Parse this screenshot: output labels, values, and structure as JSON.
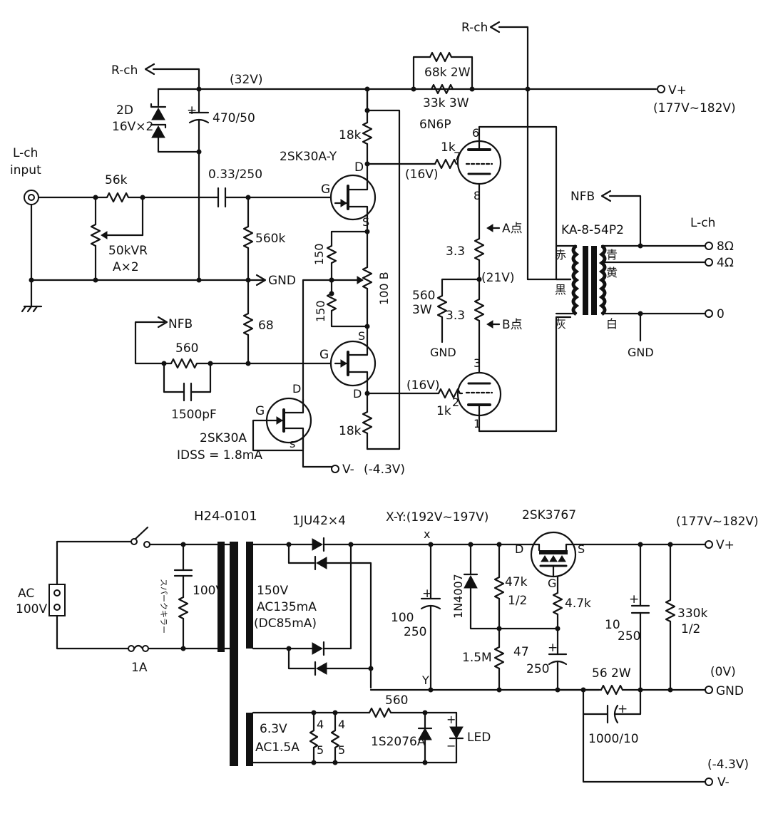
{
  "amp": {
    "lch_input": [
      "L-ch",
      "input"
    ],
    "rch_label": "R-ch",
    "supply_32v": "(32V)",
    "zener": [
      "2D",
      "16V×2"
    ],
    "cap_470": "470/50",
    "r_68k": "68k 2W",
    "r_33k": "33k 3W",
    "v_plus": "V+",
    "v_plus_range": "(177V~182V)",
    "tube": "6N6P",
    "r_18k_top": "18k",
    "fet_top": "2SK30A-Y",
    "r_1k_top": "1k",
    "pin7": "7",
    "pin6": "6",
    "pin8": "8",
    "v16_top": "(16V)",
    "r_56k": "56k",
    "cap_033": "0.33/250",
    "vr": [
      "50kVR",
      "A×2"
    ],
    "r_560k": "560k",
    "gnd": "GND",
    "nfb": "NFB",
    "r_68": "68",
    "r_560": "560",
    "c_1500": "1500pF",
    "r_150a": "150",
    "r_150b": "150",
    "vr_100b": "100 B",
    "g": "G",
    "d": "D",
    "s": "S",
    "s_small": "s",
    "fet_cs": [
      "2SK30A",
      "IDSS = 1.8mA"
    ],
    "r_18k_bot": "18k",
    "v16_bot": "(16V)",
    "r_1k_bot": "1k",
    "pin2": "2",
    "pin3": "3",
    "pin1": "1",
    "v_minus": "V-",
    "v_minus_val": "(-4.3V)",
    "r_33a": "3.3",
    "r_33b": "3.3",
    "a_point": "A点",
    "b_point": "B点",
    "v21": "(21V)",
    "r_560_3w": [
      "560",
      "3W"
    ],
    "transformer": "KA-8-54P2",
    "lch": "L-ch",
    "tap_8": "8Ω",
    "tap_4": "4Ω",
    "tap_0": "0",
    "wire_colors": [
      "赤",
      "黒",
      "灰",
      "青",
      "黄",
      "白"
    ]
  },
  "psu": {
    "transformer": "H24-0101",
    "diodes": "1JU42×4",
    "xy": "X-Y:(192V~197V)",
    "mosfet": "2SK3767",
    "vplus_range": "(177V~182V)",
    "ac": [
      "AC",
      "100V"
    ],
    "fuse": "1A",
    "spark_killer": "スパークキラー",
    "prim": "100V",
    "sec": [
      "150V",
      "AC135mA",
      "(DC85mA)"
    ],
    "x": "x",
    "y": "Y",
    "cap_100": [
      "100",
      "250"
    ],
    "d_1n4007": "1N4007",
    "r_47k": [
      "47k",
      "1/2"
    ],
    "r_15m": "1.5M",
    "cap_47": [
      "47",
      "250"
    ],
    "r_47k_gate": "4.7k",
    "g": "G",
    "d": "D",
    "s": "S",
    "cap_10": [
      "10",
      "250"
    ],
    "r_330k": [
      "330k",
      "1/2"
    ],
    "r_56_2w": "56 2W",
    "v_plus": "V+",
    "ov": "(0V)",
    "gnd": "GND",
    "cap_1000": "1000/10",
    "vm_val": "(-4.3V)",
    "v_minus": "V-",
    "heater": [
      "6.3V",
      "AC1.5A"
    ],
    "pins_a": [
      "4",
      "5"
    ],
    "pins_b": [
      "4",
      "5"
    ],
    "r_560": "560",
    "diode_1s": "1S2076A",
    "led": "LED",
    "plus": "+",
    "minus": "−"
  }
}
